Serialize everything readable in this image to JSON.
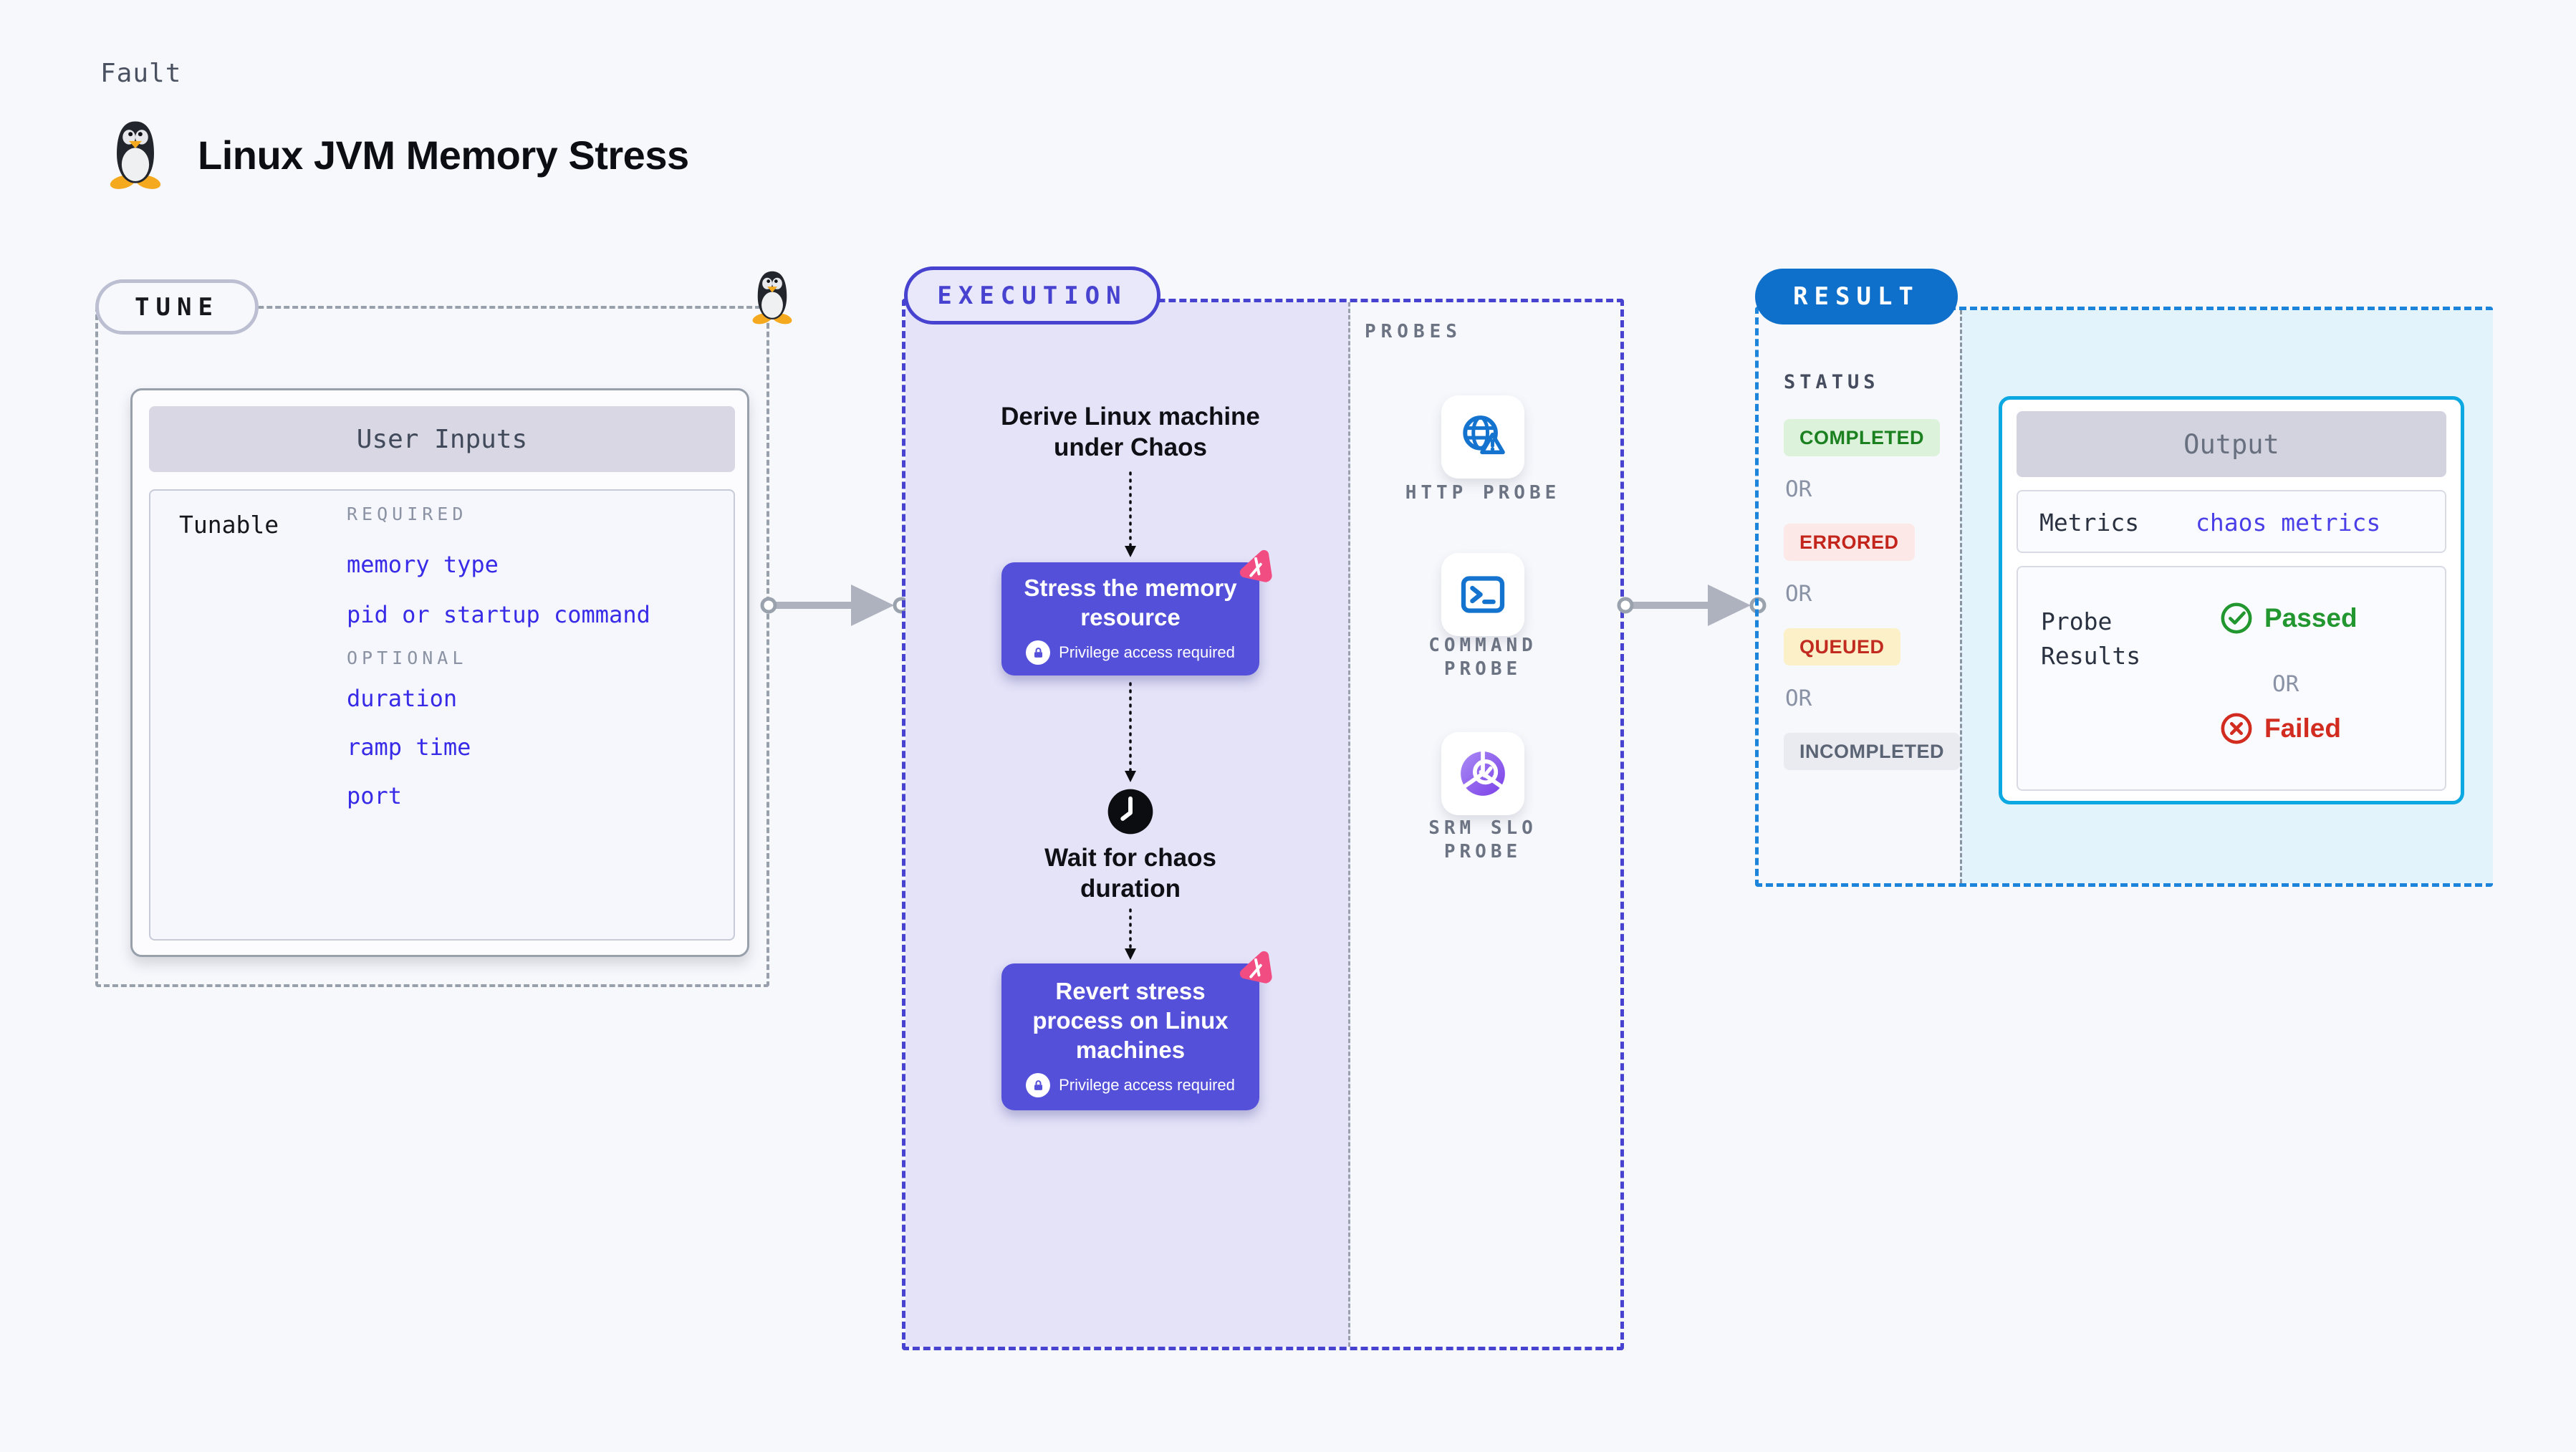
{
  "header": {
    "kicker": "Fault",
    "title": "Linux JVM Memory Stress"
  },
  "tune": {
    "label": "TUNE",
    "table_title": "User Inputs",
    "row_label": "Tunable",
    "required_label": "REQUIRED",
    "required_items": [
      "memory type",
      "pid or startup command"
    ],
    "optional_label": "OPTIONAL",
    "optional_items": [
      "duration",
      "ramp time",
      "port"
    ]
  },
  "execution": {
    "label": "EXECUTION",
    "step_derive": "Derive Linux machine under Chaos",
    "action_stress": "Stress the memory resource",
    "step_wait": "Wait for chaos duration",
    "action_revert": "Revert stress process on Linux machines",
    "privilege_note": "Privilege access required"
  },
  "probes": {
    "label": "PROBES",
    "items": [
      {
        "name": "HTTP PROBE",
        "icon": "globe-warning-icon"
      },
      {
        "name": "COMMAND PROBE",
        "icon": "terminal-icon"
      },
      {
        "name": "SRM SLO PROBE",
        "icon": "slo-pie-icon"
      }
    ]
  },
  "result": {
    "label": "RESULT",
    "status_label": "STATUS",
    "or_label": "OR",
    "statuses": [
      {
        "label": "COMPLETED",
        "fg": "#1B801F",
        "bg": "#DCF2DA"
      },
      {
        "label": "ERRORED",
        "fg": "#C3251C",
        "bg": "#FCE9E7"
      },
      {
        "label": "QUEUED",
        "fg": "#C12B20",
        "bg": "#FBF0C8"
      },
      {
        "label": "INCOMPLETED",
        "fg": "#5B6474",
        "bg": "#EAEAF1"
      }
    ],
    "output": {
      "title": "Output",
      "metrics_label": "Metrics",
      "metrics_value": "chaos metrics",
      "probe_results_label": "Probe Results",
      "passed_label": "Passed",
      "failed_label": "Failed"
    }
  },
  "colors": {
    "page_bg": "#F7F8FC",
    "tune_dash": "#98A0AC",
    "execution_accent": "#4742CF",
    "execution_area": "#E4E3F8",
    "chaos_node_purple": "#5450D9",
    "pink_fault_badge": "#F14D82",
    "input_link_blue": "#382BE8",
    "result_pill_blue": "#0F70CB",
    "result_dash_blue": "#1C84DB",
    "output_border_cyan": "#0BA8E2",
    "output_area_cyan": "#E2F3FB",
    "probe_icon_blue": "#1473CE",
    "passed_green": "#22962F",
    "failed_red": "#D22C20"
  }
}
